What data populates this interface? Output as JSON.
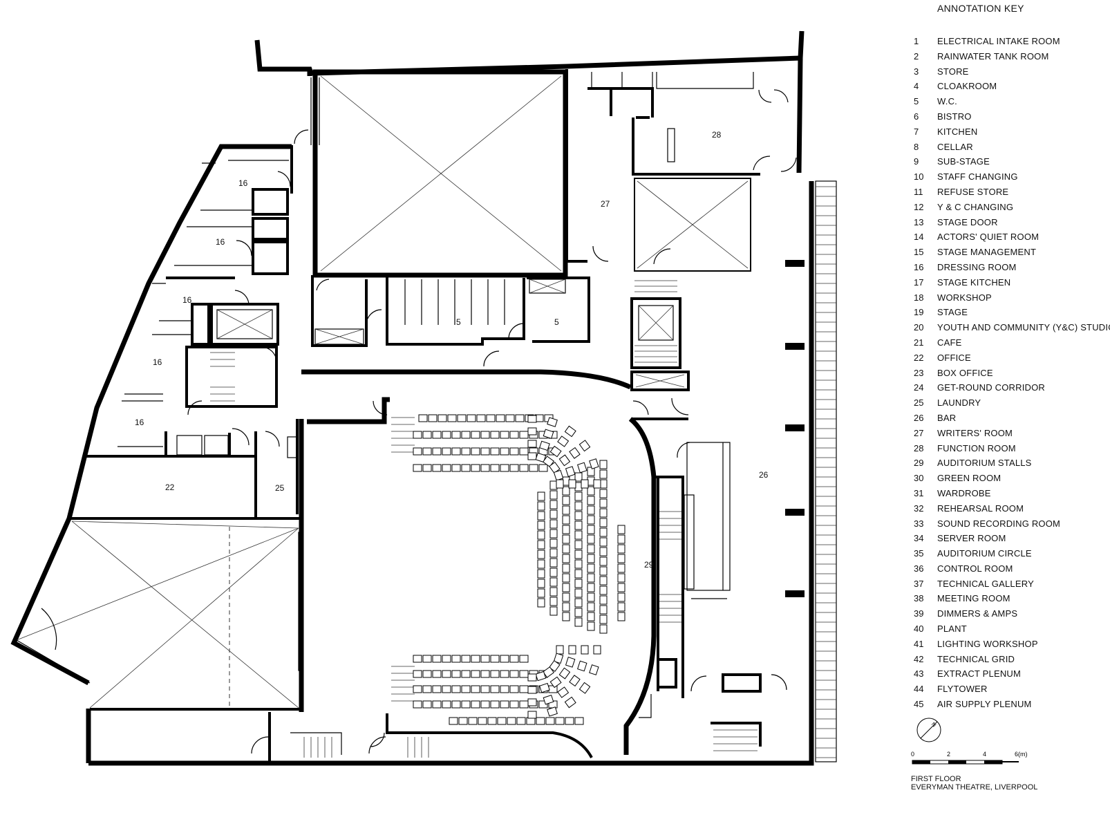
{
  "legend": {
    "title": "ANNOTATION KEY",
    "items": [
      {
        "num": "1",
        "label": "ELECTRICAL INTAKE ROOM"
      },
      {
        "num": "2",
        "label": "RAINWATER TANK ROOM"
      },
      {
        "num": "3",
        "label": "STORE"
      },
      {
        "num": "4",
        "label": "CLOAKROOM"
      },
      {
        "num": "5",
        "label": "W.C."
      },
      {
        "num": "6",
        "label": "BISTRO"
      },
      {
        "num": "7",
        "label": "KITCHEN"
      },
      {
        "num": "8",
        "label": "CELLAR"
      },
      {
        "num": "9",
        "label": "SUB-STAGE"
      },
      {
        "num": "10",
        "label": "STAFF CHANGING"
      },
      {
        "num": "11",
        "label": "REFUSE STORE"
      },
      {
        "num": "12",
        "label": "Y & C CHANGING"
      },
      {
        "num": "13",
        "label": "STAGE DOOR"
      },
      {
        "num": "14",
        "label": "ACTORS' QUIET ROOM"
      },
      {
        "num": "15",
        "label": "STAGE MANAGEMENT"
      },
      {
        "num": "16",
        "label": "DRESSING ROOM"
      },
      {
        "num": "17",
        "label": "STAGE KITCHEN"
      },
      {
        "num": "18",
        "label": "WORKSHOP"
      },
      {
        "num": "19",
        "label": "STAGE"
      },
      {
        "num": "20",
        "label": "YOUTH AND COMMUNITY (Y&C) STUDIO"
      },
      {
        "num": "21",
        "label": "CAFE"
      },
      {
        "num": "22",
        "label": "OFFICE"
      },
      {
        "num": "23",
        "label": "BOX OFFICE"
      },
      {
        "num": "24",
        "label": "GET-ROUND CORRIDOR"
      },
      {
        "num": "25",
        "label": "LAUNDRY"
      },
      {
        "num": "26",
        "label": "BAR"
      },
      {
        "num": "27",
        "label": "WRITERS' ROOM"
      },
      {
        "num": "28",
        "label": "FUNCTION ROOM"
      },
      {
        "num": "29",
        "label": "AUDITORIUM STALLS"
      },
      {
        "num": "30",
        "label": "GREEN ROOM"
      },
      {
        "num": "31",
        "label": "WARDROBE"
      },
      {
        "num": "32",
        "label": "REHEARSAL ROOM"
      },
      {
        "num": "33",
        "label": "SOUND RECORDING ROOM"
      },
      {
        "num": "34",
        "label": "SERVER ROOM"
      },
      {
        "num": "35",
        "label": "AUDITORIUM CIRCLE"
      },
      {
        "num": "36",
        "label": "CONTROL ROOM"
      },
      {
        "num": "37",
        "label": "TECHNICAL GALLERY"
      },
      {
        "num": "38",
        "label": "MEETING ROOM"
      },
      {
        "num": "39",
        "label": "DIMMERS & AMPS"
      },
      {
        "num": "40",
        "label": "PLANT"
      },
      {
        "num": "41",
        "label": "LIGHTING WORKSHOP"
      },
      {
        "num": "42",
        "label": "TECHNICAL GRID"
      },
      {
        "num": "43",
        "label": "EXTRACT PLENUM"
      },
      {
        "num": "44",
        "label": "FLYTOWER"
      },
      {
        "num": "45",
        "label": "AIR SUPPLY PLENUM"
      }
    ]
  },
  "north_label": "N",
  "scale": {
    "ticks": [
      "0",
      "2",
      "4",
      "6(m)"
    ]
  },
  "floor_label": {
    "line1": "FIRST FLOOR",
    "line2": "EVERYMAN THEATRE, LIVERPOOL"
  },
  "rooms": {
    "r16a": "16",
    "r16b": "16",
    "r16c": "16",
    "r16d": "16",
    "r16e": "16",
    "r5a": "5",
    "r5b": "5",
    "r27": "27",
    "r28": "28",
    "r22": "22",
    "r25": "25",
    "r29": "29",
    "r26": "26"
  }
}
